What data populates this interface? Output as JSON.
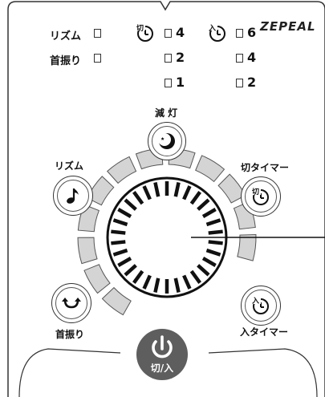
{
  "brand": "ZEPEAL",
  "indicators": {
    "rhythm_label": "リズム",
    "swing_label": "首振り",
    "off_timer_values": [
      "4",
      "2",
      "1"
    ],
    "on_timer_values": [
      "6",
      "4",
      "2"
    ]
  },
  "buttons": {
    "dimmer_label": "減 灯",
    "rhythm_label": "リズム",
    "off_timer_label": "切タイマー",
    "off_timer_icon_text": "切",
    "on_timer_label": "入タイマー",
    "on_timer_icon_text": "入",
    "swing_label": "首振り",
    "power_label": "切/入"
  },
  "colors": {
    "segment_fill": "#d4d4d4",
    "power_fill": "#5e5e5e",
    "outline": "#333333"
  }
}
